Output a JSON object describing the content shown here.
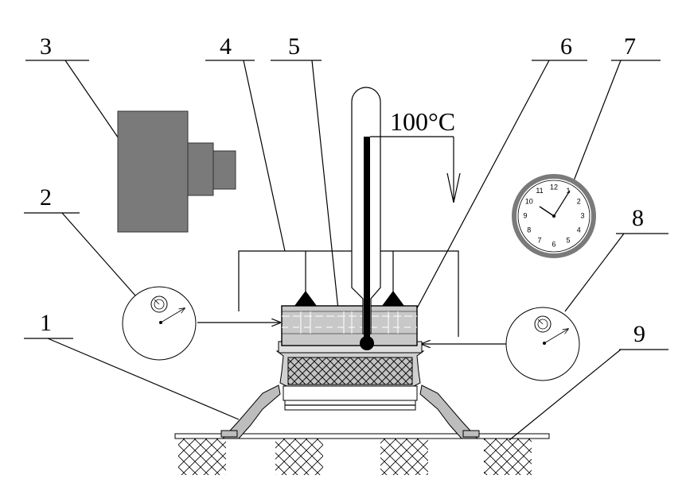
{
  "labels": {
    "l1": "1",
    "l2": "2",
    "l3": "3",
    "l4": "4",
    "l5": "5",
    "l6": "6",
    "l7": "7",
    "l8": "8",
    "l9": "9"
  },
  "thermometer": {
    "value": "100",
    "unit": "°C"
  },
  "clock": {
    "numerals": [
      "12",
      "1",
      "2",
      "3",
      "4",
      "5",
      "6",
      "7",
      "8",
      "9",
      "10",
      "11"
    ]
  },
  "colors": {
    "camera_body": "#7a7a7a",
    "liquid": "#c8c8c8",
    "clock_rim": "#7a7a7a",
    "line": "#000000"
  }
}
